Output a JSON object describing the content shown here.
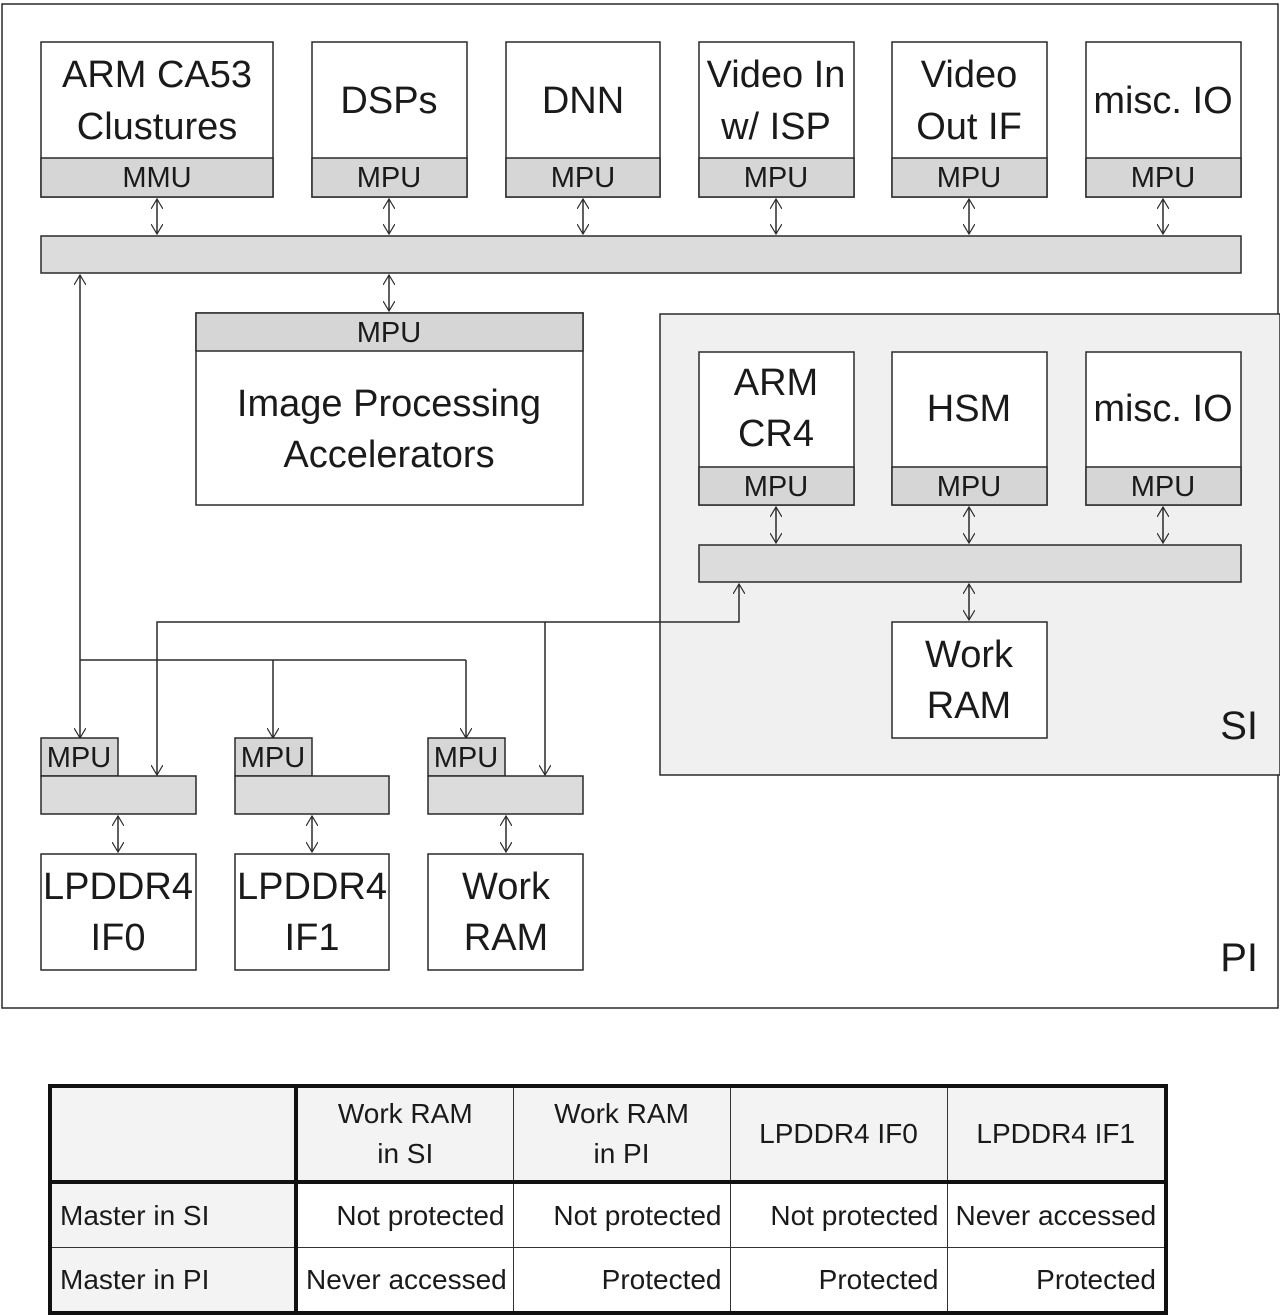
{
  "diagram": {
    "pi_label": "PI",
    "si_label": "SI",
    "pi_masters": [
      {
        "id": "arm-ca53",
        "lines": [
          "ARM CA53",
          "Clustures"
        ],
        "unit": "MMU"
      },
      {
        "id": "dsps",
        "lines": [
          "DSPs"
        ],
        "unit": "MPU"
      },
      {
        "id": "dnn",
        "lines": [
          "DNN"
        ],
        "unit": "MPU"
      },
      {
        "id": "video-in",
        "lines": [
          "Video In",
          "w/ ISP"
        ],
        "unit": "MPU"
      },
      {
        "id": "video-out",
        "lines": [
          "Video",
          "Out IF"
        ],
        "unit": "MPU"
      },
      {
        "id": "misc-io-pi",
        "lines": [
          "misc. IO"
        ],
        "unit": "MPU"
      }
    ],
    "image_processing": {
      "lines": [
        "Image Processing",
        "Accelerators"
      ],
      "unit": "MPU"
    },
    "si_masters": [
      {
        "id": "arm-cr4",
        "lines": [
          "ARM",
          "CR4"
        ],
        "unit": "MPU"
      },
      {
        "id": "hsm",
        "lines": [
          "HSM"
        ],
        "unit": "MPU"
      },
      {
        "id": "misc-io-si",
        "lines": [
          "misc. IO"
        ],
        "unit": "MPU"
      }
    ],
    "si_work_ram": {
      "lines": [
        "Work",
        "RAM"
      ]
    },
    "pi_memories": [
      {
        "id": "lpddr4-if0",
        "lines": [
          "LPDDR4",
          "IF0"
        ],
        "unit": "MPU"
      },
      {
        "id": "lpddr4-if1",
        "lines": [
          "LPDDR4",
          "IF1"
        ],
        "unit": "MPU"
      },
      {
        "id": "pi-work-ram",
        "lines": [
          "Work",
          "RAM"
        ],
        "unit": "MPU"
      }
    ]
  },
  "table": {
    "columns": [
      [
        "Work RAM",
        "in SI"
      ],
      [
        "Work RAM",
        "in PI"
      ],
      [
        "LPDDR4 IF0"
      ],
      [
        "LPDDR4 IF1"
      ]
    ],
    "rows": [
      {
        "label": "Master in SI",
        "cells": [
          "Not protected",
          "Not protected",
          "Not protected",
          "Never accessed"
        ]
      },
      {
        "label": "Master in PI",
        "cells": [
          "Never accessed",
          "Protected",
          "Protected",
          "Protected"
        ]
      }
    ]
  },
  "colors": {
    "bus_fill": "#dcdcdc",
    "unit_fill": "#d6d6d6",
    "si_region_fill": "#f0f0f0",
    "stroke": "#2a2a2a"
  }
}
